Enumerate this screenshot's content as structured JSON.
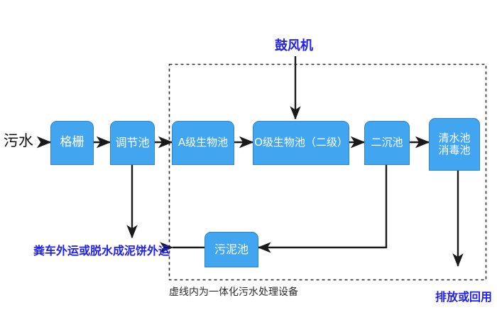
{
  "diagram": {
    "title_note": "虚线内为一体化污水处理设备",
    "colors": {
      "node_fill": "#41A5F0",
      "node_stroke": "#2F86C8",
      "node_text": "#FFFFFF",
      "blue_label": "#2020F5",
      "black_label": "#111111",
      "arrow": "#1A1A1A",
      "dashed_border": "#2B2B2B",
      "background": "#FFFFFF"
    },
    "nodes": [
      {
        "id": "grille",
        "label": "格栅"
      },
      {
        "id": "regulating",
        "label": "调节池"
      },
      {
        "id": "a-stage",
        "label": "A级生物池"
      },
      {
        "id": "o-stage",
        "label": "O级生物池（二级）"
      },
      {
        "id": "secondary",
        "label": "二沉池"
      },
      {
        "id": "clearwater",
        "label": "清水池\n消毒池"
      },
      {
        "id": "sludge",
        "label": "污泥池"
      }
    ],
    "labels": {
      "inlet": "污水",
      "blower": "鼓风机",
      "sludge_disposal": "粪车外运或脱水成泥饼外运",
      "effluent": "排放或回用",
      "dashed_caption": "虚线内为一体化污水处理设备"
    }
  }
}
